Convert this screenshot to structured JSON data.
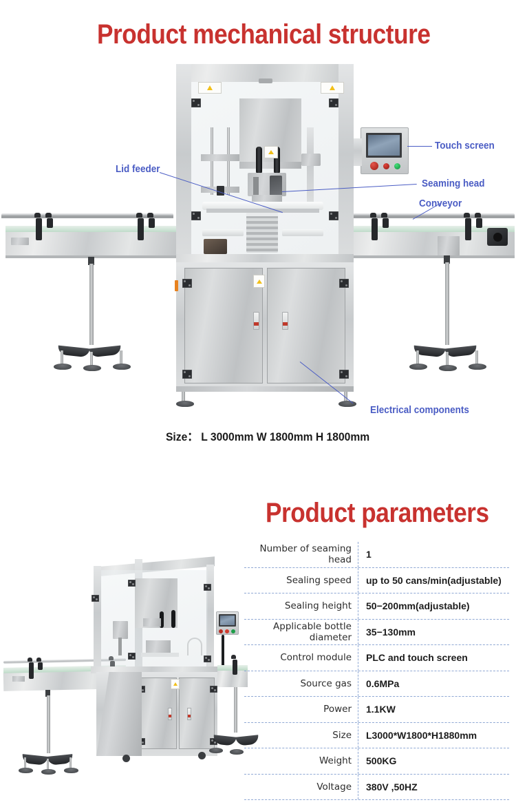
{
  "sections": {
    "structure": {
      "heading": "Product mechanical structure",
      "size_caption": "Size：  L 3000mm W 1800mm H 1800mm",
      "callouts": [
        {
          "id": "lid-feeder",
          "label": "Lid feeder"
        },
        {
          "id": "touch-screen",
          "label": "Touch screen"
        },
        {
          "id": "seaming-head",
          "label": "Seaming head"
        },
        {
          "id": "conveyor",
          "label": "Conveyor"
        },
        {
          "id": "electrical-components",
          "label": "Electrical components"
        }
      ]
    },
    "parameters": {
      "heading": "Product parameters",
      "rows": [
        {
          "label": "Number of seaming head",
          "value": "1"
        },
        {
          "label": "Sealing speed",
          "value": "up to 50 cans/min(adjustable)"
        },
        {
          "label": "Sealing height",
          "value": "50−200mm(adjustable)"
        },
        {
          "label": "Applicable bottle diameter",
          "value": "35−130mm"
        },
        {
          "label": "Control module",
          "value": "PLC and touch screen"
        },
        {
          "label": "Source gas",
          "value": "0.6MPa"
        },
        {
          "label": "Power",
          "value": "1.1KW"
        },
        {
          "label": "Size",
          "value": "L3000*W1800*H1880mm"
        },
        {
          "label": "Weight",
          "value": "500KG"
        },
        {
          "label": "Voltage",
          "value": "380V ,50HZ"
        }
      ]
    }
  },
  "colors": {
    "heading_red": "#c8322f",
    "callout_blue": "#4a5cc4",
    "table_dash": "#8fa8d4",
    "background": "#ffffff"
  }
}
